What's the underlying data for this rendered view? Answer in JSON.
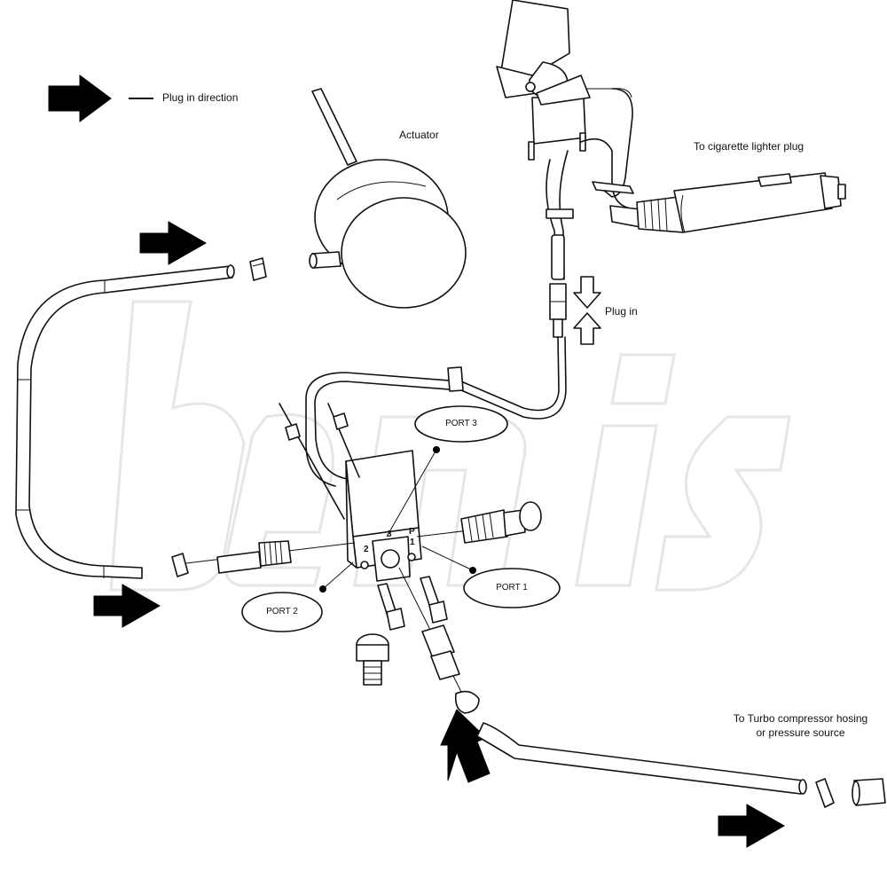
{
  "legend": {
    "text": "Plug in direction"
  },
  "labels": {
    "actuator": "Actuator",
    "cigarette": "To cigarette lighter plug",
    "plug_in": "Plug in",
    "turbo_line1": "To Turbo compressor hosing",
    "turbo_line2": "or pressure source"
  },
  "ports": {
    "port3": "PORT 3",
    "port2": "PORT 2",
    "port1": "PORT 1"
  },
  "block_marks": {
    "num3": "3",
    "num2": "2",
    "p": "P",
    "one": "1"
  },
  "colors": {
    "ink": "#111111",
    "watermark": "#e6e6e6",
    "background": "#ffffff"
  }
}
